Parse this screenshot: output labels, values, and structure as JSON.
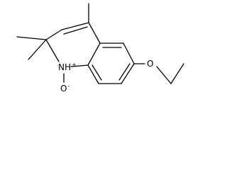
{
  "molecule": {
    "atoms": {
      "nitrogen": {
        "symbol": "N",
        "hydrogen": "H",
        "charge": "+"
      },
      "oxide": {
        "symbol": "O",
        "charge": "-"
      },
      "ether_oxygen": {
        "symbol": "O"
      }
    },
    "colors": {
      "bond": "#000000",
      "text": "#000000",
      "background": "#ffffff"
    }
  }
}
